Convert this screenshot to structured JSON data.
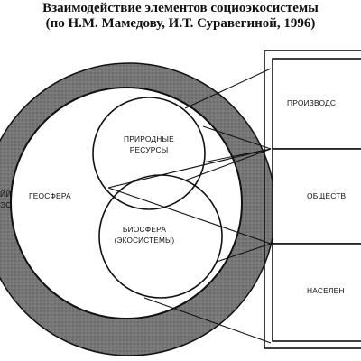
{
  "title": {
    "line1": "Взаимодействие элементов социоэкосистемы",
    "line2": "(по Н.М. Мамедову, И.Т. Суравегиной, 1996)"
  },
  "diagram": {
    "outer_ring_label_line1": "ЙЙ",
    "outer_ring_label_line2": "ЭС",
    "geosphere_label": "ГЕОСФЕРА",
    "natural_resources_line1": "ПРИРОДНЫЕ",
    "natural_resources_line2": "РЕСУРСЫ",
    "biosphere_line1": "БИОСФЕРА",
    "biosphere_line2": "(ЭКОСИСТЕМЫ)",
    "box_production": "ПРОИЗВОДС",
    "box_society": "ОБЩЕСТВ",
    "box_population": "НАСЕЛЕН"
  },
  "colors": {
    "ring_fill": "#7a7a7a",
    "stroke": "#111111",
    "background": "#ffffff"
  }
}
